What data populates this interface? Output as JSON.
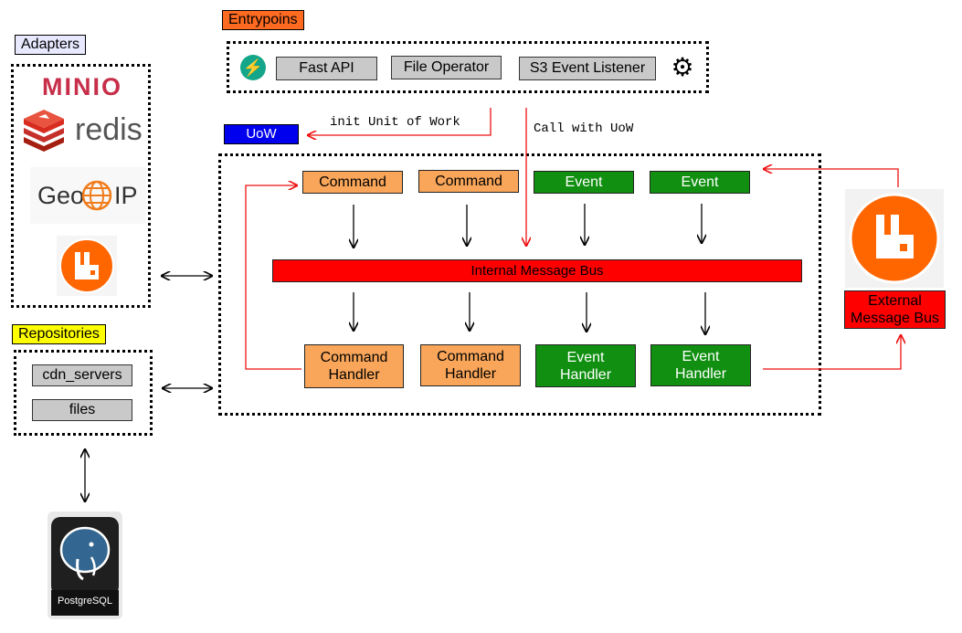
{
  "labels": {
    "entrypoints": "Entrypoins",
    "adapters": "Adapters",
    "repositories": "Repositories",
    "uow": "UoW"
  },
  "entrypoints": {
    "fastapi": "Fast API",
    "file_operator": "File Operator",
    "s3_listener": "S3 Event Listener"
  },
  "arrows": {
    "init_uow": "init Unit of Work",
    "call_with_uow": "Call with UoW"
  },
  "adapters": {
    "minio": "MINIO",
    "redis": "redis",
    "geoip_geo": "Geo",
    "geoip_ip": "IP"
  },
  "repositories": [
    "cdn_servers",
    "files"
  ],
  "bus": {
    "internal": "Internal Message Bus",
    "external": "External\nMessage Bus"
  },
  "messages": [
    "Command",
    "Command",
    "Event",
    "Event"
  ],
  "handlers": [
    "Command\nHandler",
    "Command\nHandler",
    "Event\nHandler",
    "Event\nHandler"
  ],
  "postgres": "PostgreSQL",
  "colors": {
    "entrypoints_tag": "#ff6a21",
    "adapters_tag": "#e8e8ff",
    "repositories_tag": "#ffff00",
    "uow": "#0000ee",
    "command": "#f9a65a",
    "event": "#108f10",
    "internal_bus": "#ff0000",
    "red_arrow": "#ee1111"
  }
}
